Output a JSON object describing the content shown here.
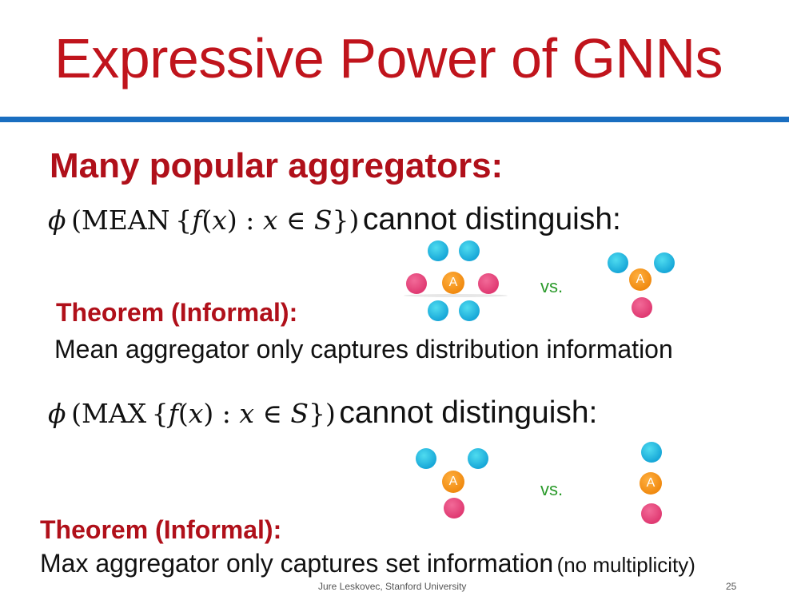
{
  "slide": {
    "title": "Expressive Power of GNNs",
    "heading": "Many popular aggregators:",
    "mean": {
      "formula_phi": "ϕ",
      "formula_op": "MEAN",
      "formula_f": "f",
      "formula_x": "x",
      "formula_in": "x ∈ S",
      "text": "cannot distinguish:",
      "theorem_label": "Theorem (Informal):",
      "theorem_text": "Mean aggregator only captures distribution information"
    },
    "max": {
      "formula_phi": "ϕ",
      "formula_op": "MAX",
      "formula_f": "f",
      "formula_x": "x",
      "formula_in": "x ∈ S",
      "text": "cannot distinguish:",
      "theorem_label": "Theorem (Informal):",
      "theorem_text": "Max aggregator only captures set information",
      "theorem_note": "(no multiplicity)"
    },
    "vs_label": "vs.",
    "node_label": "A",
    "footer_author": "Jure Leskovec, Stanford University",
    "page_number": "25"
  }
}
